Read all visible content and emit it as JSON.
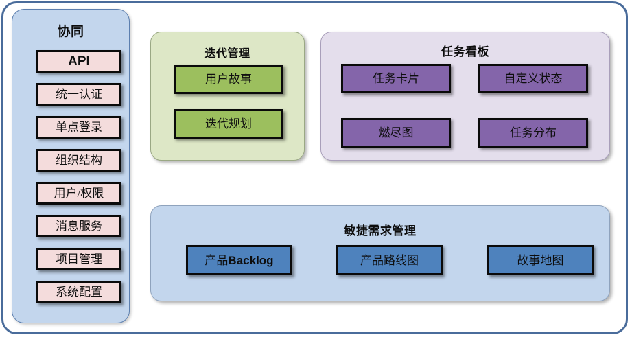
{
  "diagram": {
    "title_hidden": "",
    "colors": {
      "frame_border": "#4A6C9B",
      "sidebar_bg": "#C3D6ED",
      "sidebar_chip": "#F4DCDC",
      "iteration_bg": "#DDE7C6",
      "iteration_chip": "#9CBF5E",
      "taskboard_bg": "#E4DEEC",
      "taskboard_chip": "#8465AA",
      "agile_bg": "#C3D6ED",
      "agile_chip": "#4E82BD"
    }
  },
  "sidebar": {
    "title": "协同",
    "items": [
      {
        "label": "API"
      },
      {
        "label": "统一认证"
      },
      {
        "label": "单点登录"
      },
      {
        "label": "组织结构"
      },
      {
        "label": "用户/权限"
      },
      {
        "label": "消息服务"
      },
      {
        "label": "项目管理"
      },
      {
        "label": "系统配置"
      }
    ]
  },
  "iteration": {
    "title": "迭代管理",
    "items": [
      {
        "label": "用户故事"
      },
      {
        "label": "迭代规划"
      }
    ]
  },
  "taskboard": {
    "title": "任务看板",
    "items": [
      {
        "label": "任务卡片"
      },
      {
        "label": "自定义状态"
      },
      {
        "label": "燃尽图"
      },
      {
        "label": "任务分布"
      }
    ]
  },
  "agile": {
    "title": "敏捷需求管理",
    "items": [
      {
        "label_cn": "产品",
        "label_en": "Backlog"
      },
      {
        "label_cn": "产品路线图",
        "label_en": ""
      },
      {
        "label_cn": "故事地图",
        "label_en": ""
      }
    ]
  }
}
